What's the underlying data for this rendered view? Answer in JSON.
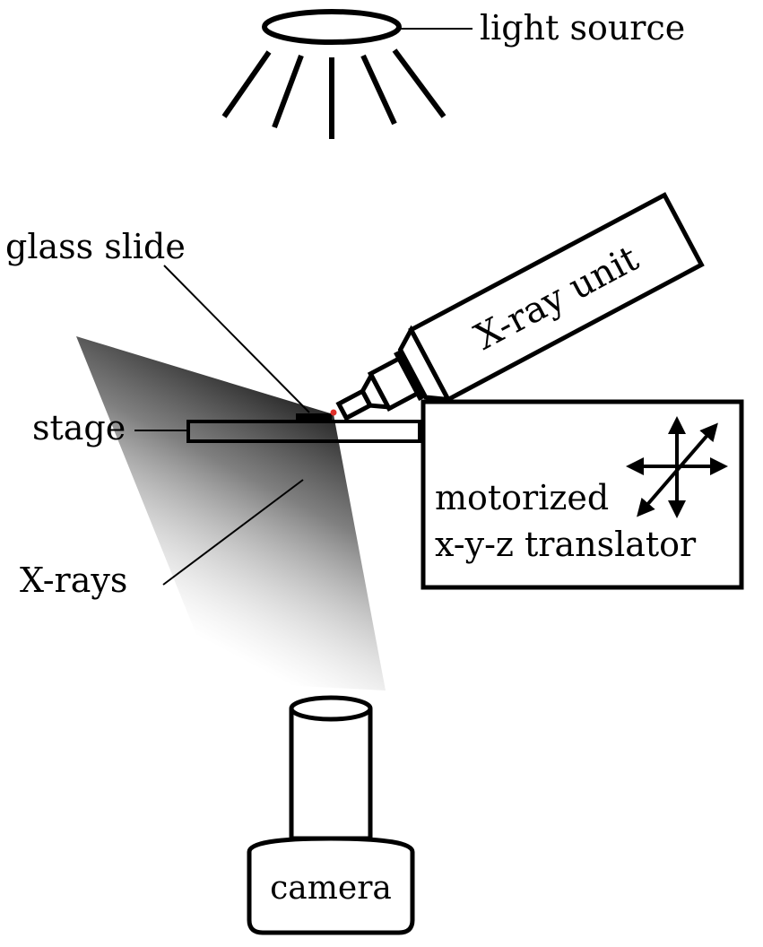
{
  "labels": {
    "light_source": "light source",
    "glass_slide": "glass slide",
    "xray_unit": "X-ray unit",
    "stage": "stage",
    "translator_line1": "motorized",
    "translator_line2": "x-y-z translator",
    "xrays": "X-rays",
    "camera": "camera"
  },
  "colors": {
    "ink": "#000000",
    "sample_dot": "#e0302a",
    "beam": "#555555"
  }
}
